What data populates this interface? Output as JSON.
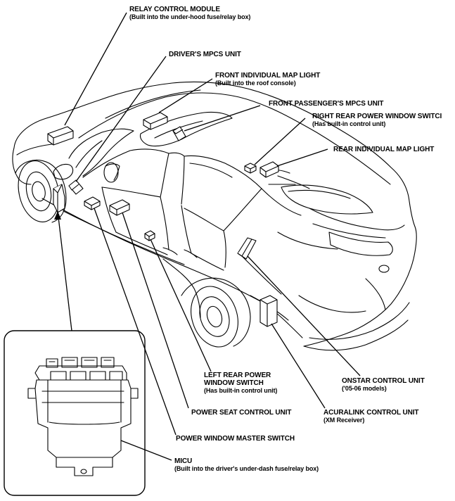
{
  "labels": {
    "relay_control_module": {
      "title": "RELAY CONTROL MODULE",
      "sub": "(Built into the under-hood fuse/relay box)"
    },
    "drivers_mpcs": {
      "title": "DRIVER'S MPCS UNIT"
    },
    "front_map_light": {
      "title": "FRONT INDIVIDUAL MAP LIGHT",
      "sub": "(Built into the roof console)"
    },
    "front_passenger_mpcs": {
      "title": "FRONT PASSENGER'S MPCS UNIT"
    },
    "right_rear_window_switch": {
      "title": "RIGHT REAR POWER WINDOW SWITCI",
      "sub": "(Has built-in control unit)"
    },
    "rear_map_light": {
      "title": "REAR INDIVIDUAL MAP LIGHT"
    },
    "left_rear_window_switch": {
      "title1": "LEFT REAR POWER",
      "title2": "WINDOW SWITCH",
      "sub": "(Has built-in control unit)"
    },
    "onstar": {
      "title": "ONSTAR CONTROL UNIT",
      "sub": "('05-06 models)"
    },
    "power_seat": {
      "title": "POWER SEAT CONTROL UNIT"
    },
    "acuralink": {
      "title": "ACURALINK CONTROL UNIT",
      "sub": "(XM Receiver)"
    },
    "power_window_master": {
      "title": "POWER WINDOW MASTER SWITCH"
    },
    "micu": {
      "title": "MICU",
      "sub": "(Built into the driver's under-dash fuse/relay box)"
    }
  }
}
